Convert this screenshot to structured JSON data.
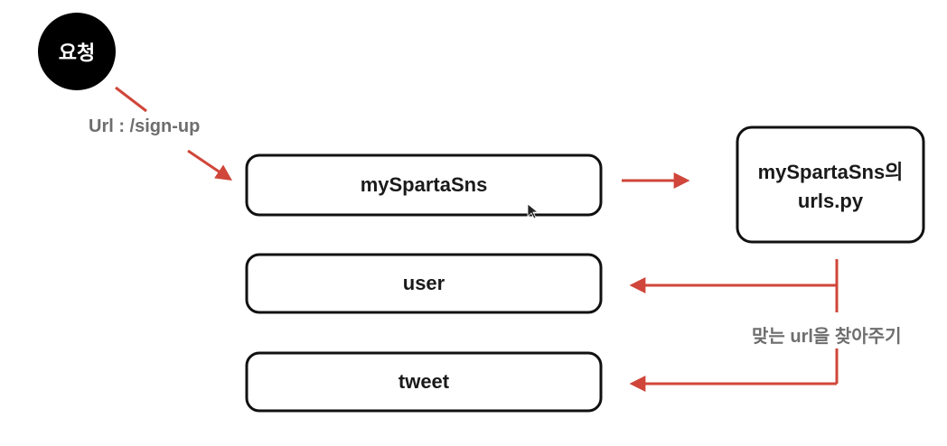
{
  "diagram": {
    "start": {
      "label": "요청"
    },
    "request_label": "Url :  /sign-up",
    "nodes": {
      "main": {
        "label": "mySpartaSns"
      },
      "urls": {
        "label_line1": "mySpartaSns의",
        "label_line2": "urls.py"
      },
      "user": {
        "label": "user"
      },
      "tweet": {
        "label": "tweet"
      }
    },
    "branch_label": "맞는 url을 찾아주기"
  },
  "colors": {
    "arrow": "#d0463a",
    "box_border": "#111111",
    "start_fill": "#000000",
    "label_gray": "#6e6e6e"
  }
}
